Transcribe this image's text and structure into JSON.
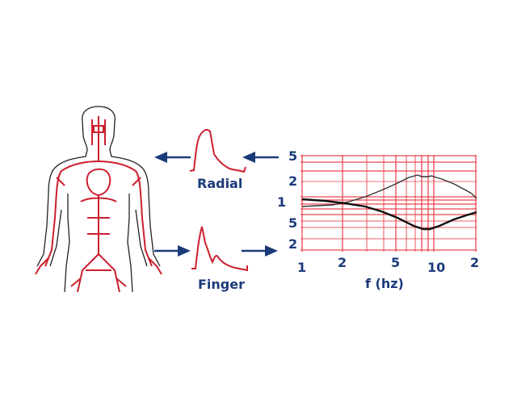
{
  "diagram": {
    "title": "",
    "body_figure": {
      "name": "human-arterial-system",
      "line_color": "#cc1f2e",
      "outline_color": "#222222"
    },
    "waveforms": [
      {
        "id": "radial",
        "label": "Radial",
        "color": "#cc1f2e"
      },
      {
        "id": "finger",
        "label": "Finger",
        "color": "#cc1f2e"
      }
    ],
    "arrows": [
      {
        "from": "radial-waveform",
        "to": "body",
        "direction": "left"
      },
      {
        "from": "chart",
        "to": "radial-waveform",
        "direction": "left"
      },
      {
        "from": "body",
        "to": "finger-waveform",
        "direction": "right"
      },
      {
        "from": "finger-waveform",
        "to": "chart",
        "direction": "right"
      }
    ],
    "arrow_color": "#1b3a7a",
    "label_color": "#1b3a7a"
  },
  "chart_data": {
    "type": "line",
    "title": "",
    "xlabel": "f (hz)",
    "ylabel": "",
    "x_scale": "log",
    "y_scale": "log",
    "x_tick_labels": [
      "1",
      "2",
      "5",
      "10",
      "2"
    ],
    "y_tick_labels": [
      "5",
      "2",
      "1",
      "5",
      "2"
    ],
    "grid": true,
    "grid_color": "#e8323c",
    "series": [
      {
        "name": "upper-curve (thin)",
        "color": "#333333",
        "x": [
          1,
          1.5,
          2,
          2.5,
          3,
          4,
          5,
          6,
          7,
          7.5,
          8,
          9,
          10,
          12,
          15,
          18,
          20
        ],
        "values": [
          0.95,
          0.98,
          1.0,
          1.05,
          1.12,
          1.3,
          1.5,
          1.8,
          2.2,
          2.35,
          2.25,
          2.3,
          2.2,
          2.0,
          1.7,
          1.45,
          1.25
        ]
      },
      {
        "name": "lower-curve (thick)",
        "color": "#111111",
        "x": [
          1,
          1.5,
          2,
          2.5,
          3,
          4,
          5,
          6,
          7,
          8,
          9,
          10,
          12,
          15,
          20
        ],
        "values": [
          1.15,
          1.1,
          1.05,
          1.0,
          0.95,
          0.8,
          0.65,
          0.52,
          0.45,
          0.42,
          0.43,
          0.47,
          0.55,
          0.65,
          0.75
        ]
      }
    ]
  }
}
